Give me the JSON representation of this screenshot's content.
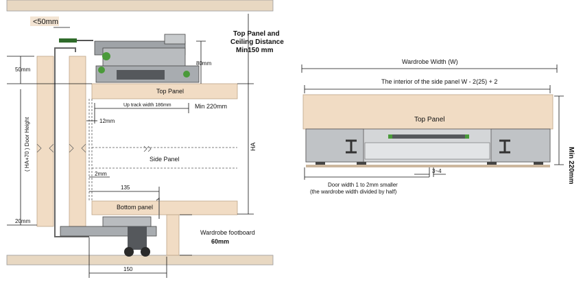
{
  "left_diagram": {
    "labels": {
      "max_door_offset": "<50mm",
      "top_gap": "50mm",
      "door_height": "( HA+70 )\nDoor Height",
      "bottom_gap": "20mm",
      "dim_80": "80mm",
      "top_panel": "Top Panel",
      "up_track_width": "Up track width 186mm",
      "min_220": "Min 220mm",
      "dim_12": "12mm",
      "side_panel": "Side Panel",
      "ha": "HA",
      "dim_2": "2mm",
      "dim_135": "135",
      "bottom_panel": "Bottom panel",
      "footboard_title": "Wardrobe footboard",
      "footboard_value": "60mm",
      "dim_150": "150",
      "ceiling_title_1": "Top Panel and",
      "ceiling_title_2": "Ceiling Distance",
      "ceiling_min": "Min150 mm"
    }
  },
  "right_diagram": {
    "labels": {
      "wardrobe_width": "Wardrobe Width (W)",
      "interior_width": "The interior of the side panel   W - 2(25) + 2",
      "top_panel": "Top Panel",
      "min_220": "Min 220mm",
      "dim_3_4": "3~4",
      "door_width_1": "Door width 1 to 2mm smaller",
      "door_width_2": "(the wardrobe width divided by half)"
    }
  },
  "colors": {
    "wood": "#f1dcc4",
    "wood_edge": "#cdb49a",
    "ceiling": "#e8d8c2",
    "metal": "#b9bcbf",
    "metal_dark": "#55585c",
    "roller": "#2a2a2a",
    "ink": "#111111"
  }
}
